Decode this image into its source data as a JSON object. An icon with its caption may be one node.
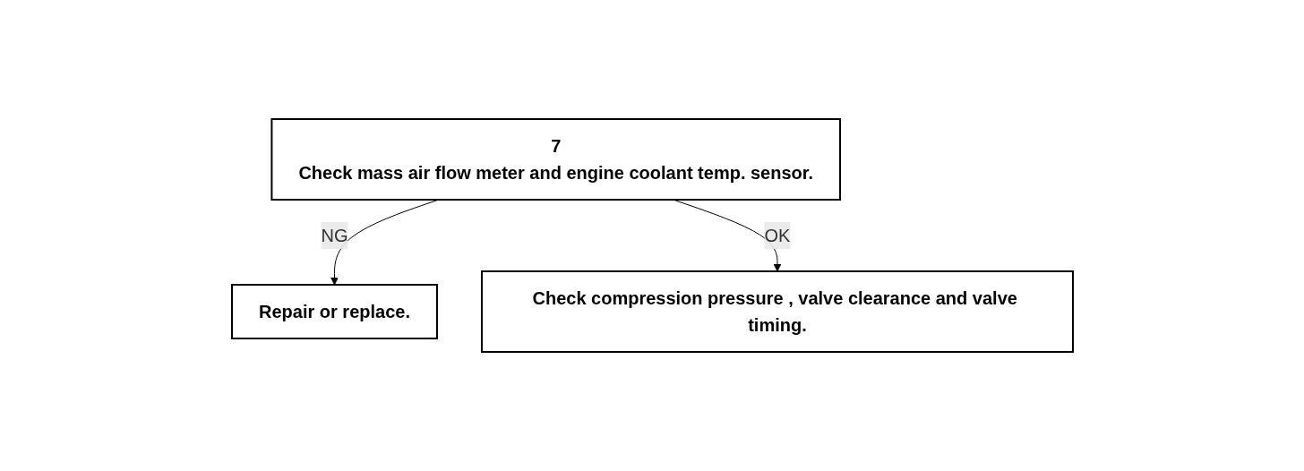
{
  "diagram": {
    "nodes": [
      {
        "text": [
          "7",
          "Check mass air flow meter and engine coolant temp. sensor."
        ]
      },
      {
        "text": [
          "Repair or replace."
        ]
      },
      {
        "text": [
          "Check compression pressure , valve clearance and valve timing."
        ]
      }
    ],
    "edges": [
      {
        "from": 0,
        "to": 1,
        "arrow": "to",
        "label": "NG"
      },
      {
        "from": 0,
        "to": 2,
        "arrow": "to",
        "label": "OK"
      }
    ]
  }
}
